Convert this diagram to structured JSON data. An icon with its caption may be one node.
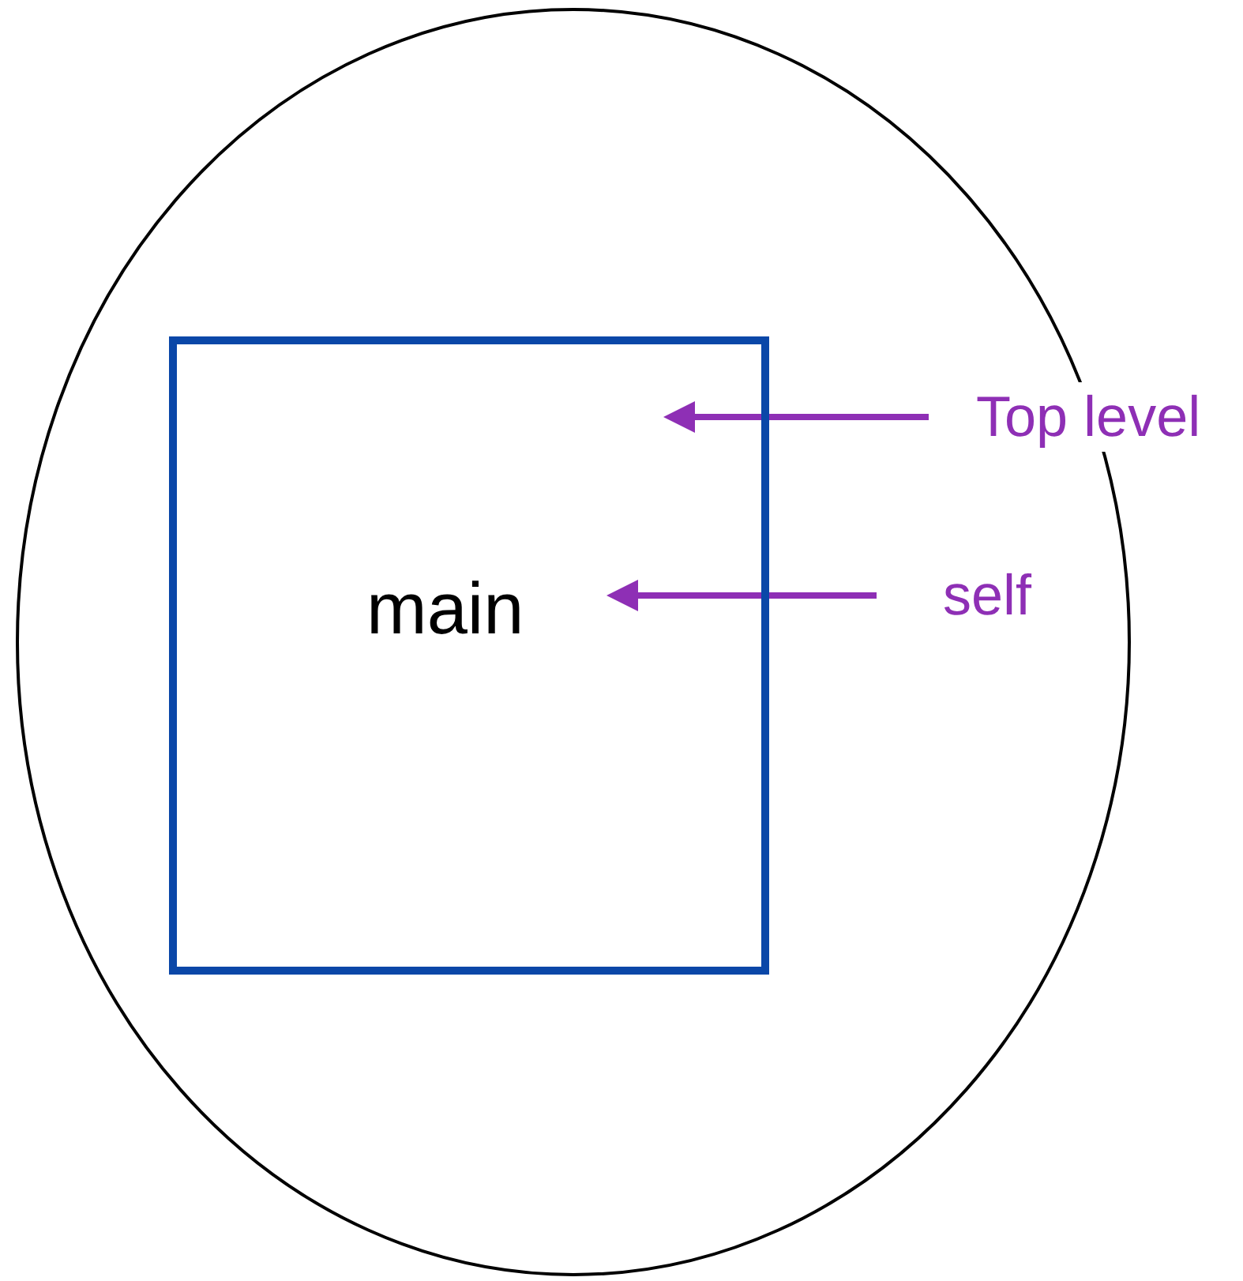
{
  "diagram": {
    "nodes": [
      {
        "text": [],
        "shape": "ellipse"
      },
      {
        "text": [
          "main"
        ],
        "in": 0
      },
      {
        "text": [
          "Top level"
        ]
      },
      {
        "text": [
          "self"
        ],
        "in": 0
      }
    ],
    "edges": [
      {
        "from": 2,
        "to": 1,
        "arrow": "to"
      },
      {
        "from": 3,
        "to": 1,
        "arrow": "to"
      }
    ]
  }
}
